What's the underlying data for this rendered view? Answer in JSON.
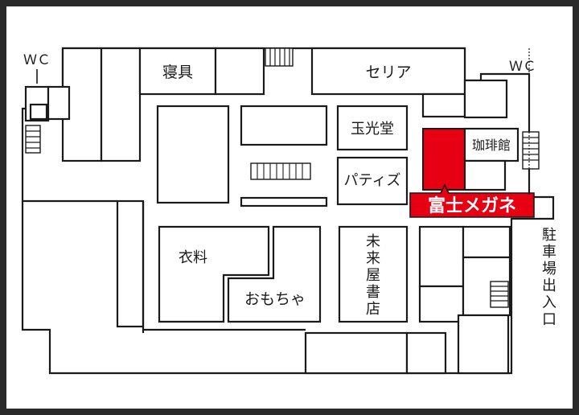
{
  "map": {
    "labels": {
      "wc_left": "ＷＣ",
      "wc_right": "ＷＣ",
      "bedding": "寝具",
      "seria": "セリア",
      "gyokkodo": "玉光堂",
      "coffee": "珈琲館",
      "patisserie": "パティズ",
      "clothing": "衣料",
      "toys": "おもちゃ",
      "miraiya": [
        "未",
        "来",
        "屋",
        "書",
        "店"
      ],
      "parking": [
        "駐",
        "車",
        "場",
        "出",
        "入",
        "口"
      ]
    },
    "highlight": {
      "name": "富士メガネ",
      "color": "#e60012",
      "text_color": "#ffffff"
    },
    "colors": {
      "wall": "#1a1a1a",
      "frame": "#2a2a2a",
      "background": "#ffffff"
    }
  }
}
